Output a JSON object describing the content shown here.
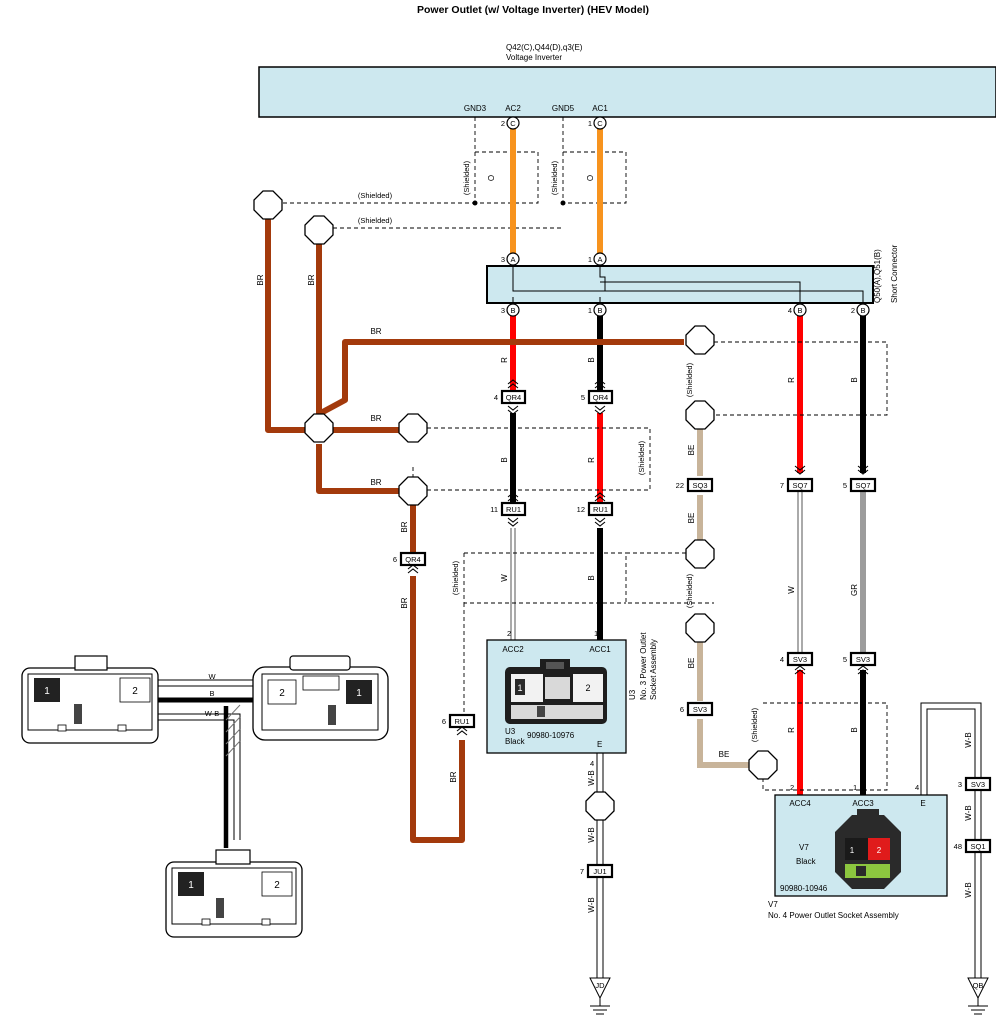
{
  "title": "Power Outlet (w/ Voltage Inverter) (HEV Model)",
  "inverter": {
    "code": "Q42(C),Q44(D),q3(E)",
    "name": "Voltage Inverter",
    "pins": [
      {
        "name": "GND3",
        "no": "",
        "letter": ""
      },
      {
        "name": "AC2",
        "no": "2",
        "letter": "C"
      },
      {
        "name": "GND5",
        "no": "",
        "letter": ""
      },
      {
        "name": "AC1",
        "no": "1",
        "letter": "C"
      }
    ]
  },
  "short_connector": {
    "code": "Q50(A),Q51(B)",
    "name": "Short Connector",
    "pins_top": [
      {
        "no": "3",
        "letter": "A"
      },
      {
        "no": "1",
        "letter": "A"
      }
    ],
    "pins_bottom": [
      {
        "no": "3",
        "letter": "B"
      },
      {
        "no": "1",
        "letter": "B"
      },
      {
        "no": "4",
        "letter": "B"
      },
      {
        "no": "2",
        "letter": "B"
      }
    ]
  },
  "labels": {
    "shielded": "(Shielded)"
  },
  "wire_colors": {
    "O": "O",
    "R": "R",
    "B": "B",
    "W": "W",
    "BR": "BR",
    "BE": "BE",
    "GR": "GR",
    "WB": "W-B"
  },
  "colors": {
    "orange": "#f7931e",
    "red": "#ff0000",
    "black": "#000000",
    "brown": "#a33a0c",
    "beige": "#c8b49a",
    "gray": "#9c9c9c",
    "component": "#cde8ef"
  },
  "connectors": {
    "qr4a": {
      "pin": "4",
      "name": "QR4"
    },
    "qr4b": {
      "pin": "5",
      "name": "QR4"
    },
    "qr4c": {
      "pin": "6",
      "name": "QR4"
    },
    "ru1a": {
      "pin": "11",
      "name": "RU1"
    },
    "ru1b": {
      "pin": "12",
      "name": "RU1"
    },
    "ru1c": {
      "pin": "6",
      "name": "RU1"
    },
    "sq3": {
      "pin": "22",
      "name": "SQ3"
    },
    "sq7a": {
      "pin": "7",
      "name": "SQ7"
    },
    "sq7b": {
      "pin": "5",
      "name": "SQ7"
    },
    "sv3a": {
      "pin": "6",
      "name": "SV3"
    },
    "sv3b": {
      "pin": "4",
      "name": "SV3"
    },
    "sv3c": {
      "pin": "5",
      "name": "SV3"
    },
    "sv3d": {
      "pin": "3",
      "name": "SV3"
    },
    "ju1": {
      "pin": "7",
      "name": "JU1"
    },
    "sq1": {
      "pin": "48",
      "name": "SQ1"
    }
  },
  "u3": {
    "pin_left_no": "2",
    "pin_right_no": "1",
    "pin_left": "ACC2",
    "pin_right": "ACC1",
    "code": "U3",
    "color": "Black",
    "part": "90980-10976",
    "ground_no": "4",
    "ground": "E",
    "side_code": "U3",
    "side_name": "No. 3 Power Outlet",
    "side_name2": "Socket Assembly",
    "face_pin1": "1",
    "face_pin2": "2"
  },
  "v7": {
    "pin_acc4_no": "2",
    "pin_acc3_no": "1",
    "pin_e_no": "4",
    "acc4": "ACC4",
    "acc3": "ACC3",
    "e": "E",
    "code": "V7",
    "color": "Black",
    "part": "90980-10946",
    "caption_code": "V7",
    "caption_name": "No. 4 Power Outlet Socket Assembly"
  },
  "grounds": {
    "jd": "JD",
    "qb": "QB"
  },
  "inset": {
    "c1_pin1": "1",
    "c1_pin2": "2",
    "c2_pin1": "1",
    "c2_pin2": "2",
    "c3_pin1": "1",
    "c3_pin2": "2",
    "w": "W",
    "b": "B",
    "wb": "W-B"
  }
}
